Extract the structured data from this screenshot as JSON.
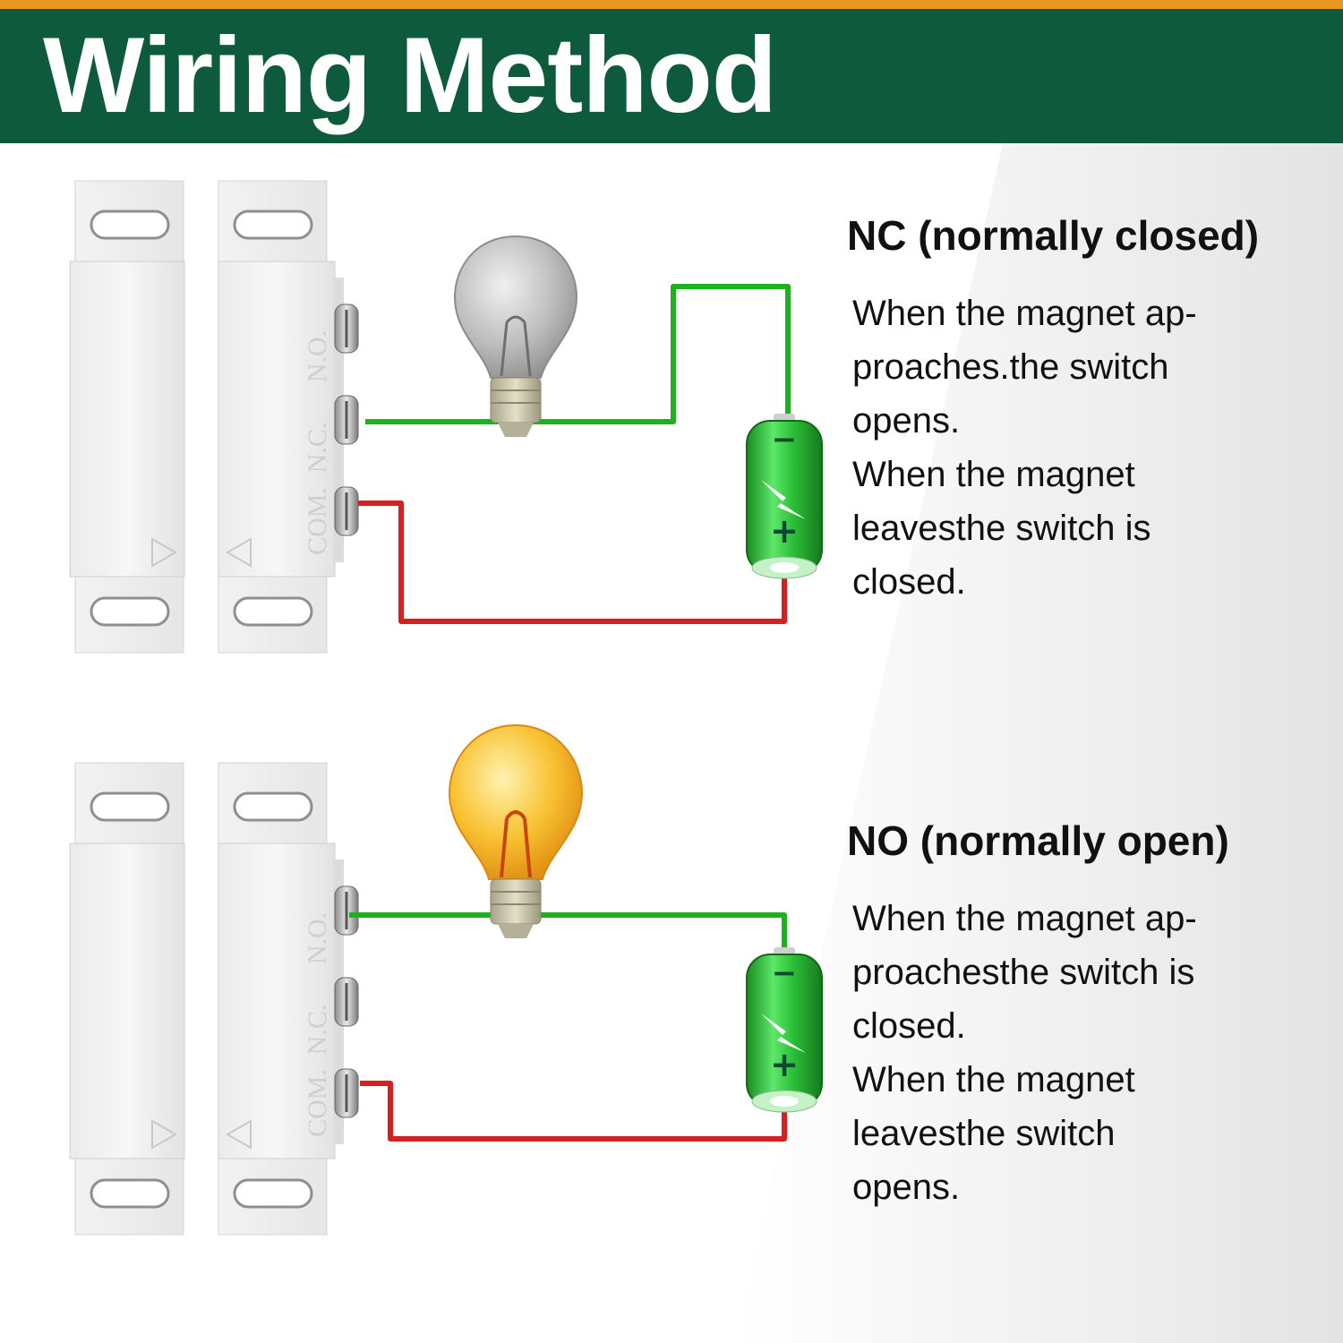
{
  "header": {
    "title": "Wiring Method"
  },
  "terminal_labels": [
    "N.O.",
    "N.C.",
    "COM."
  ],
  "colors": {
    "header_bg": "#0d5a3d",
    "accent_strip": "#e8961f",
    "wire_positive": "#d42020",
    "wire_negative": "#1fb01f",
    "battery": "#2ec23a",
    "bulb_off": "#b8b8b8",
    "bulb_on": "#f5b828"
  },
  "panels": [
    {
      "heading": "NC (normally closed)",
      "bulb_state": "off",
      "connected_terminal": "N.C.",
      "description": [
        "When the magnet ap-",
        "proaches.the switch",
        "opens.",
        "When the magnet",
        "leavesthe switch is",
        "closed."
      ]
    },
    {
      "heading": "NO (normally open)",
      "bulb_state": "on",
      "connected_terminal": "N.O.",
      "description": [
        "When the magnet ap-",
        "proachesthe switch is",
        "closed.",
        "When the magnet",
        "leavesthe switch",
        "opens."
      ]
    }
  ],
  "battery_symbols": {
    "negative": "−",
    "positive": "+"
  }
}
